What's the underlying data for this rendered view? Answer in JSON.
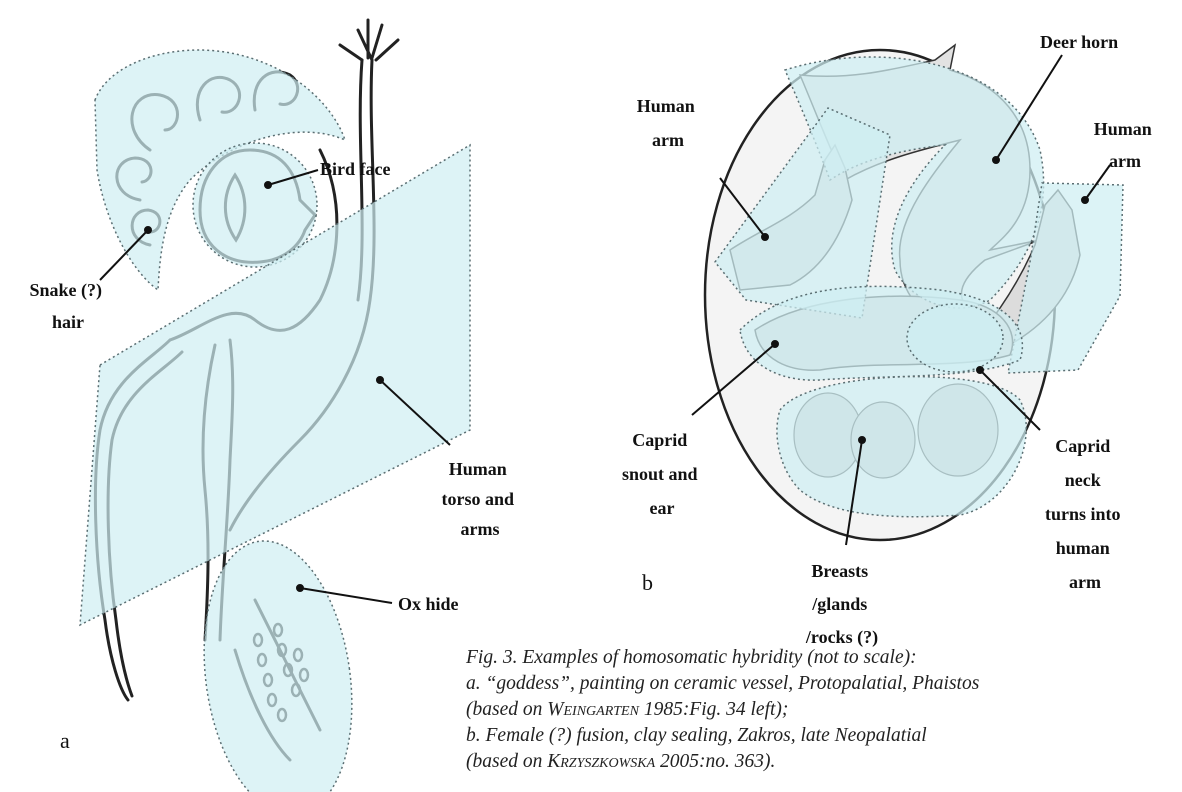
{
  "figure": {
    "panel_a": "a",
    "panel_b": "b",
    "labels_a": {
      "bird_face": "Bird face",
      "snake_hair": [
        "Snake (?)",
        "hair"
      ],
      "human_torso": [
        "Human",
        "torso and",
        "arms"
      ],
      "ox_hide": "Ox hide"
    },
    "labels_b": {
      "deer_horn": "Deer horn",
      "human_arm_left": [
        "Human",
        "arm"
      ],
      "human_arm_right": [
        "Human",
        "arm"
      ],
      "caprid_snout": [
        "Caprid",
        "snout and",
        "ear"
      ],
      "breasts": [
        "Breasts",
        "/glands",
        "/rocks (?)"
      ],
      "caprid_neck": [
        "Caprid",
        "neck",
        "turns into",
        "human",
        "arm"
      ]
    },
    "highlight_color": "#cfeef2",
    "highlight_stroke": "#5a6e72"
  },
  "caption": {
    "line1": "Fig. 3. Examples of homosomatic hybridity (not to scale):",
    "line2": "a. “goddess”, painting on ceramic vessel, Protopalatial, Phaistos",
    "line3_pre": "(based on ",
    "line3_author": "Weingarten",
    "line3_post": " 1985:Fig. 34 left);",
    "line4": "b. Female (?) fusion, clay sealing, Zakros, late Neopalatial",
    "line5_pre": "(based on ",
    "line5_author": "Krzyszkowska",
    "line5_post": " 2005:no. 363)."
  }
}
